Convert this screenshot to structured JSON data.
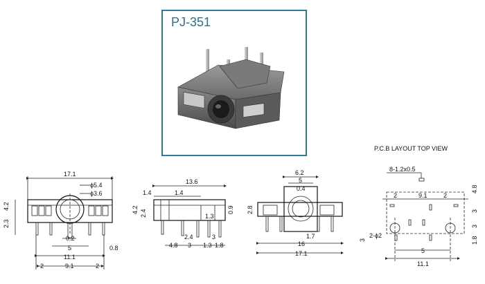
{
  "product": {
    "title": "PJ-351"
  },
  "front_view": {
    "dims": {
      "width": "17.1",
      "height": "4.2",
      "base": "2.3",
      "hole_outer": "ϕ5.4",
      "hole_inner": "ϕ3.6",
      "offset": "0.2",
      "pitch_a": "5",
      "pin_span": "11.1",
      "pin_width": "0.8",
      "edge_left": "2",
      "center": "9.1",
      "edge_right": "2"
    }
  },
  "side_view": {
    "dims": {
      "length": "13.6",
      "top_a": "1.4",
      "top_b": "1.4",
      "h_outer": "4.2",
      "h_inner": "2.4",
      "right_h": "0.9",
      "pin_off": "1.3",
      "b1": "4.8",
      "b2": "2.4",
      "b3": "3",
      "b4": "3",
      "b5": "1.3",
      "b6": "1.8"
    }
  },
  "rear_view": {
    "dims": {
      "top_w": "6.2",
      "inner_w": "5",
      "gap": "0.4",
      "h": "2.8",
      "small": "1.7",
      "mid": "16",
      "total": "17.1"
    }
  },
  "pcb_layout": {
    "heading": "P.C.B LAYOUT    TOP VIEW",
    "dims": {
      "slots": "8-1.2x0.5",
      "top_l": "2",
      "top_c": "9.1",
      "top_r": "2",
      "r1": "4.8",
      "r2": "3",
      "r3": "3",
      "r4": "1.8",
      "holes": "2-ϕ2",
      "left_h": "3",
      "bot_c": "5",
      "bot_w": "11.1"
    }
  }
}
